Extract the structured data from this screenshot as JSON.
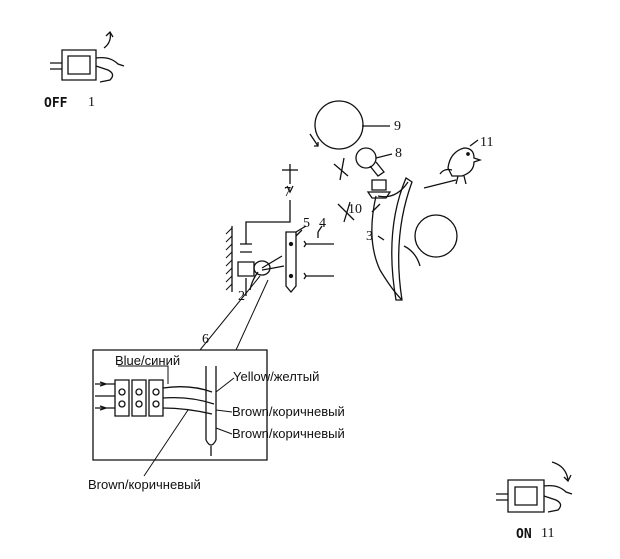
{
  "steps": {
    "off_word": "OFF",
    "off_num": "1",
    "on_word": "ON",
    "on_num": "11"
  },
  "parts": {
    "p2": "2",
    "p3": "3",
    "p4": "4",
    "p5": "5",
    "p6": "6",
    "p7": "7",
    "p8": "8",
    "p9": "9",
    "p10": "10",
    "p11": "11"
  },
  "wires": {
    "blue": "Blue/синий",
    "yellow": "Yellow/желтый",
    "brown_a": "Brown/коричневый",
    "brown_b": "Brown/коричневый",
    "brown_c": "Brown/коричневый"
  },
  "icons": [
    "hand-switch-off-icon",
    "hand-switch-on-icon",
    "screwdriver-icon",
    "bird-icon",
    "bulb-icon",
    "globe-shade-icon",
    "terminal-block-icon"
  ]
}
